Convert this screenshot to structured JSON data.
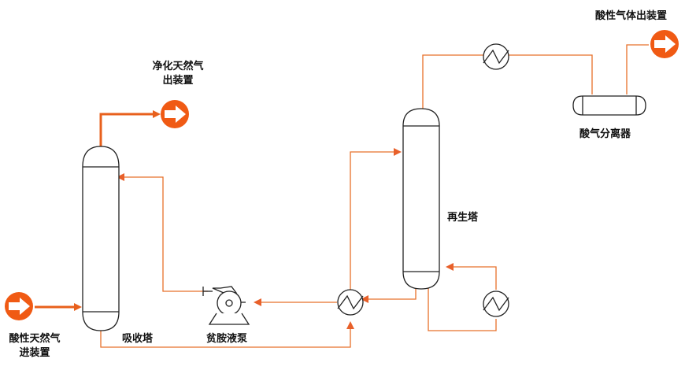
{
  "labels": {
    "sweet_gas_out_line1": "净化天然气",
    "sweet_gas_out_line2": "出装置",
    "sour_gas_in_line1": "酸性天然气",
    "sour_gas_in_line2": "进装置",
    "absorber": "吸收塔",
    "pump": "贫胺液泵",
    "regenerator": "再生塔",
    "acid_gas_separator": "酸气分离器",
    "acid_gas_out": "酸性气体出装置"
  },
  "colors": {
    "process_line": "#e8702a",
    "thick_line": "#e8601c",
    "equipment_stroke": "#222222",
    "arrow_fill": "#f05a14"
  }
}
